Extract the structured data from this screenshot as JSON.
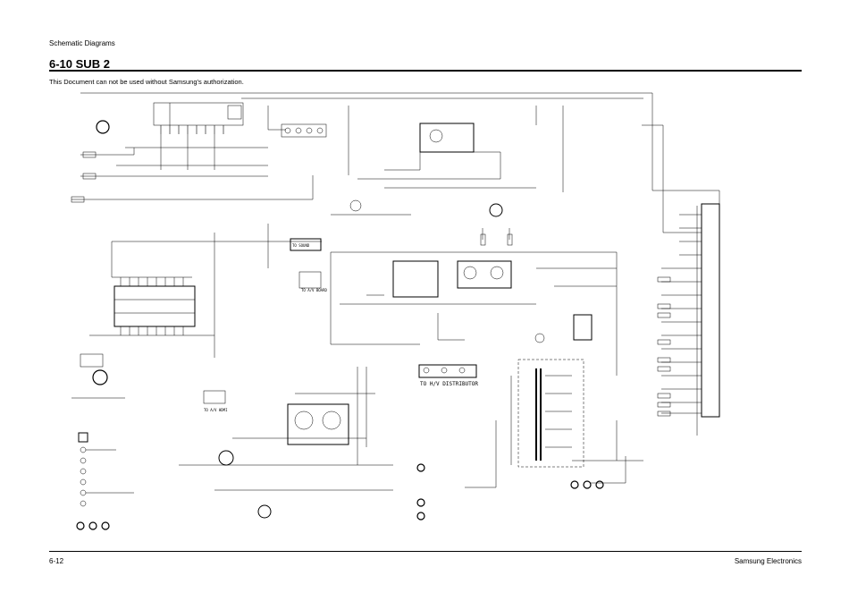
{
  "header": {
    "section": "Schematic Diagrams",
    "title": "6-10 SUB 2",
    "notice": "This Document can not be used without Samsung's authorization."
  },
  "footer": {
    "page_number": "6-12",
    "company": "Samsung Electronics"
  },
  "schematic": {
    "labels": {
      "to_sound": "TO SOUND",
      "to_av_board": "TO A/V BOARD",
      "to_hv_distributor": "TO H/V DISTRIBUTOR",
      "to_av_hdmi": "TO A/V HDMI"
    }
  }
}
